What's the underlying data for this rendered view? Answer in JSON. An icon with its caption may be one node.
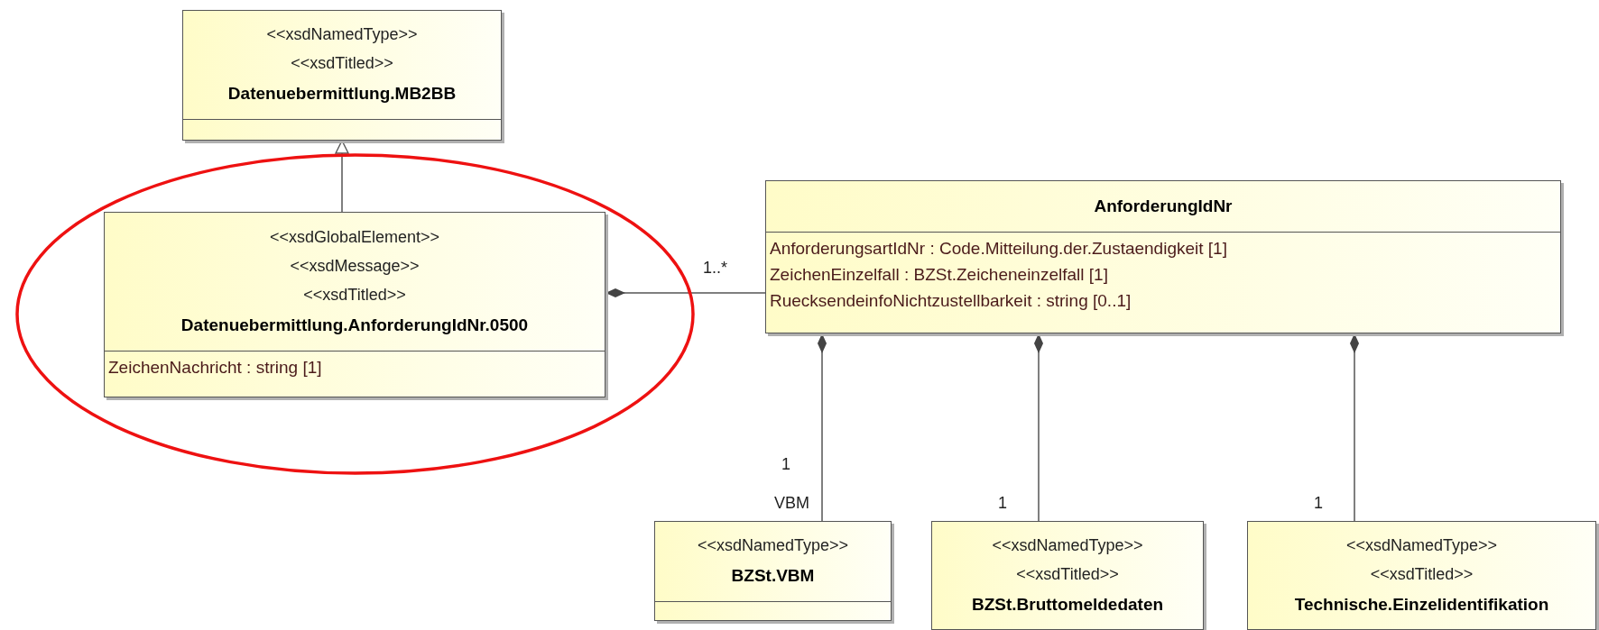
{
  "diagram": {
    "nodes": [
      {
        "text": [
          "<<xsdNamedType>>",
          "<<xsdTitled>>",
          "Datenuebermittlung.MB2BB"
        ]
      },
      {
        "text": [],
        "shape": "ellipse"
      },
      {
        "text": [
          "<<xsdGlobalElement>>",
          "<<xsdMessage>>",
          "<<xsdTitled>>",
          "Datenuebermittlung.AnforderungIdNr.0500",
          "ZeichenNachricht : string [1]"
        ],
        "in": 1
      },
      {
        "text": [
          "AnforderungIdNr",
          "AnforderungsartIdNr : Code.Mitteilung.der.Zustaendigkeit [1]",
          "ZeichenEinzelfall : BZSt.Zeicheneinzelfall [1]",
          "RuecksendeinfoNichtzustellbarkeit : string [0..1]"
        ]
      },
      {
        "text": [
          "<<xsdNamedType>>",
          "BZSt.VBM"
        ]
      },
      {
        "text": [
          "<<xsdNamedType>>",
          "<<xsdTitled>>",
          "BZSt.Bruttomeldedaten"
        ]
      },
      {
        "text": [
          "<<xsdNamedType>>",
          "<<xsdTitled>>",
          "Technische.Einzelidentifikation"
        ]
      }
    ],
    "edges": [
      {
        "from": 2,
        "to": 0,
        "arrow": "to"
      },
      {
        "from": 2,
        "to": 3,
        "arrow": "other",
        "label": "1..*"
      },
      {
        "from": 3,
        "to": 4,
        "arrow": "other",
        "label": "1"
      },
      {
        "from": 3,
        "to": 5,
        "arrow": "other",
        "label": "1"
      },
      {
        "from": 3,
        "to": 6,
        "arrow": "other",
        "label": "1"
      }
    ],
    "labels": [
      "VBM"
    ]
  }
}
